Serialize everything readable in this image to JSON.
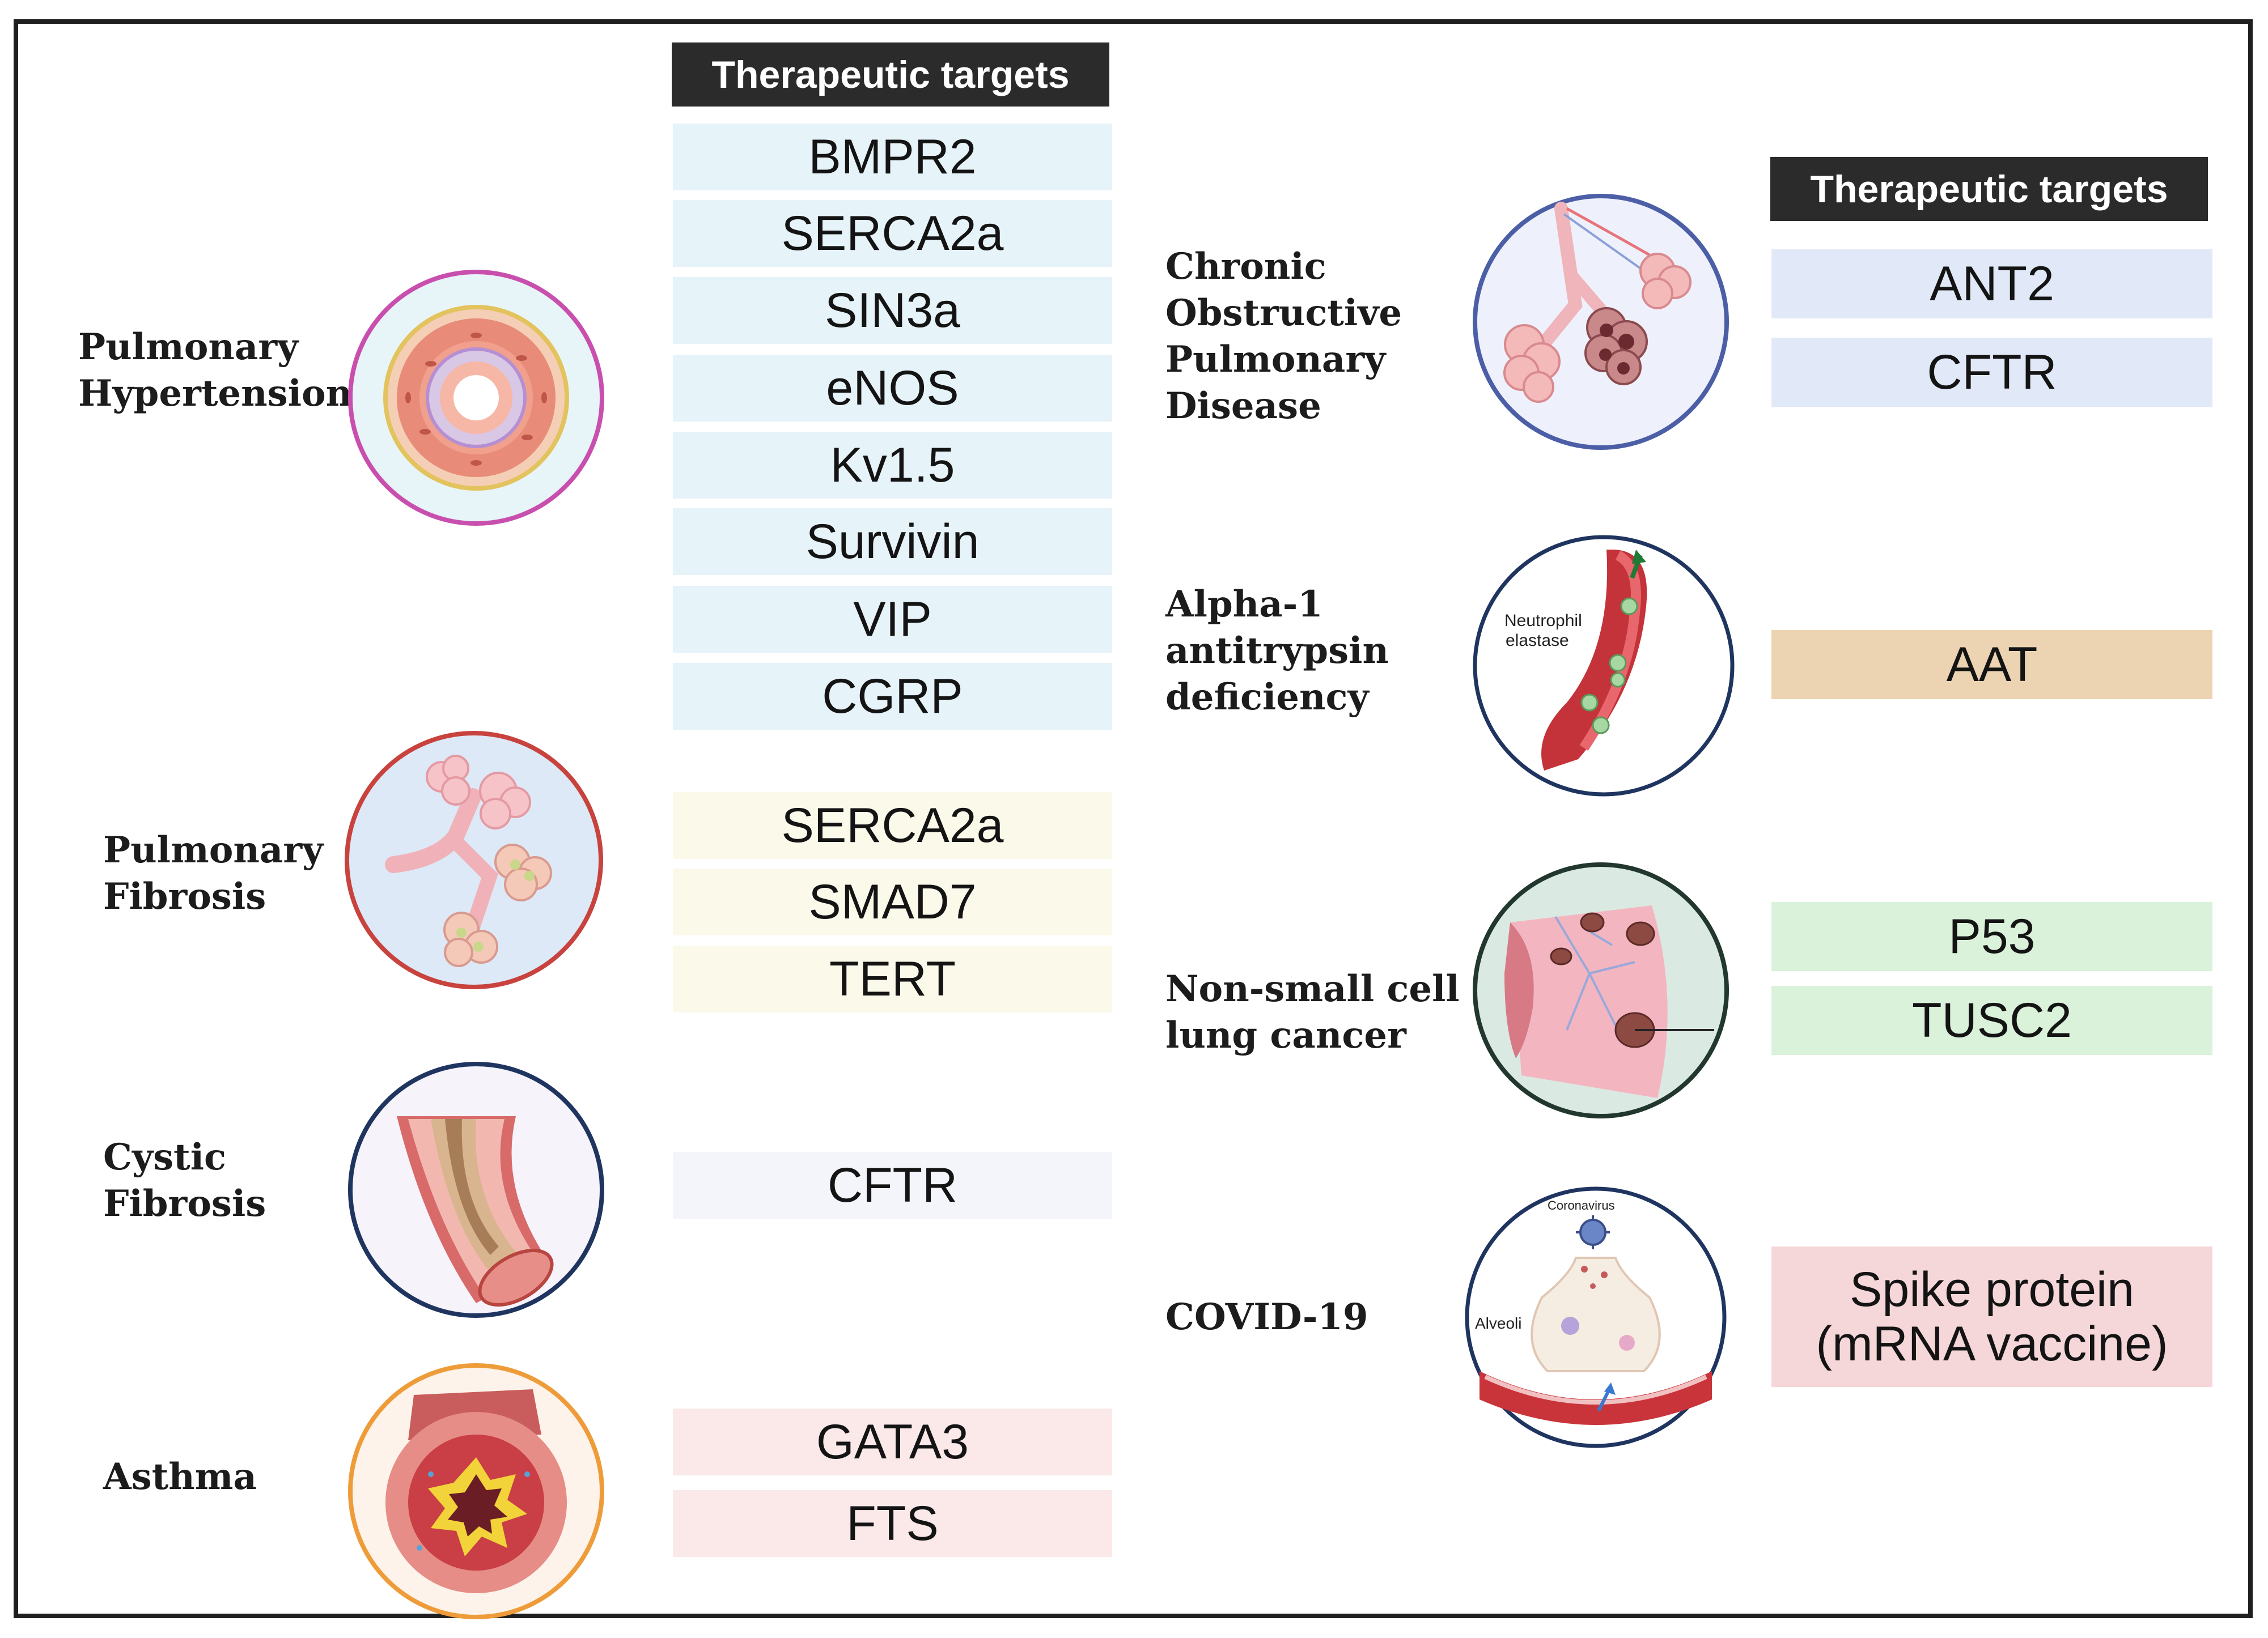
{
  "header_label": "Therapeutic targets",
  "left_diseases": [
    {
      "label_lines": [
        "Pulmonary",
        "Hypertension"
      ],
      "targets": [
        "BMPR2",
        "SERCA2a",
        "SIN3a",
        "eNOS",
        "Kv1.5",
        "Survivin",
        "VIP",
        "CGRP"
      ]
    },
    {
      "label_lines": [
        "Pulmonary",
        "Fibrosis"
      ],
      "targets": [
        "SERCA2a",
        "SMAD7",
        "TERT"
      ]
    },
    {
      "label_lines": [
        "Cystic",
        "Fibrosis"
      ],
      "targets": [
        "CFTR"
      ]
    },
    {
      "label_lines": [
        "Asthma"
      ],
      "targets": [
        "GATA3",
        "FTS"
      ]
    }
  ],
  "right_diseases": [
    {
      "label_lines": [
        "Chronic",
        "Obstructive",
        "Pulmonary",
        "Disease"
      ],
      "targets": [
        "ANT2",
        "CFTR"
      ]
    },
    {
      "label_lines": [
        "Alpha-1",
        "antitrypsin",
        "deficiency"
      ],
      "targets": [
        "AAT"
      ],
      "illustration_text": [
        "Neutrophil",
        "elastase"
      ]
    },
    {
      "label_lines": [
        "Non-small cell",
        "lung cancer"
      ],
      "targets": [
        "P53",
        "TUSC2"
      ]
    },
    {
      "label_lines": [
        "COVID-19"
      ],
      "targets": [
        "Spike protein\n(mRNA vaccine)"
      ],
      "illustration_text": [
        "Coronavirus",
        "Alveoli"
      ]
    }
  ],
  "colors": {
    "ph_box": "#e6f3f9",
    "pf_box": "#fbf9ea",
    "cf_box": "#f4f4fb",
    "asthma_box": "#fbe9ea",
    "copd_box": "#e1e9f8",
    "aat_box": "#ecd3b1",
    "nsclc_box": "#daf1da",
    "covid_box": "#f6d7d9",
    "header": "#2b2b2b"
  }
}
